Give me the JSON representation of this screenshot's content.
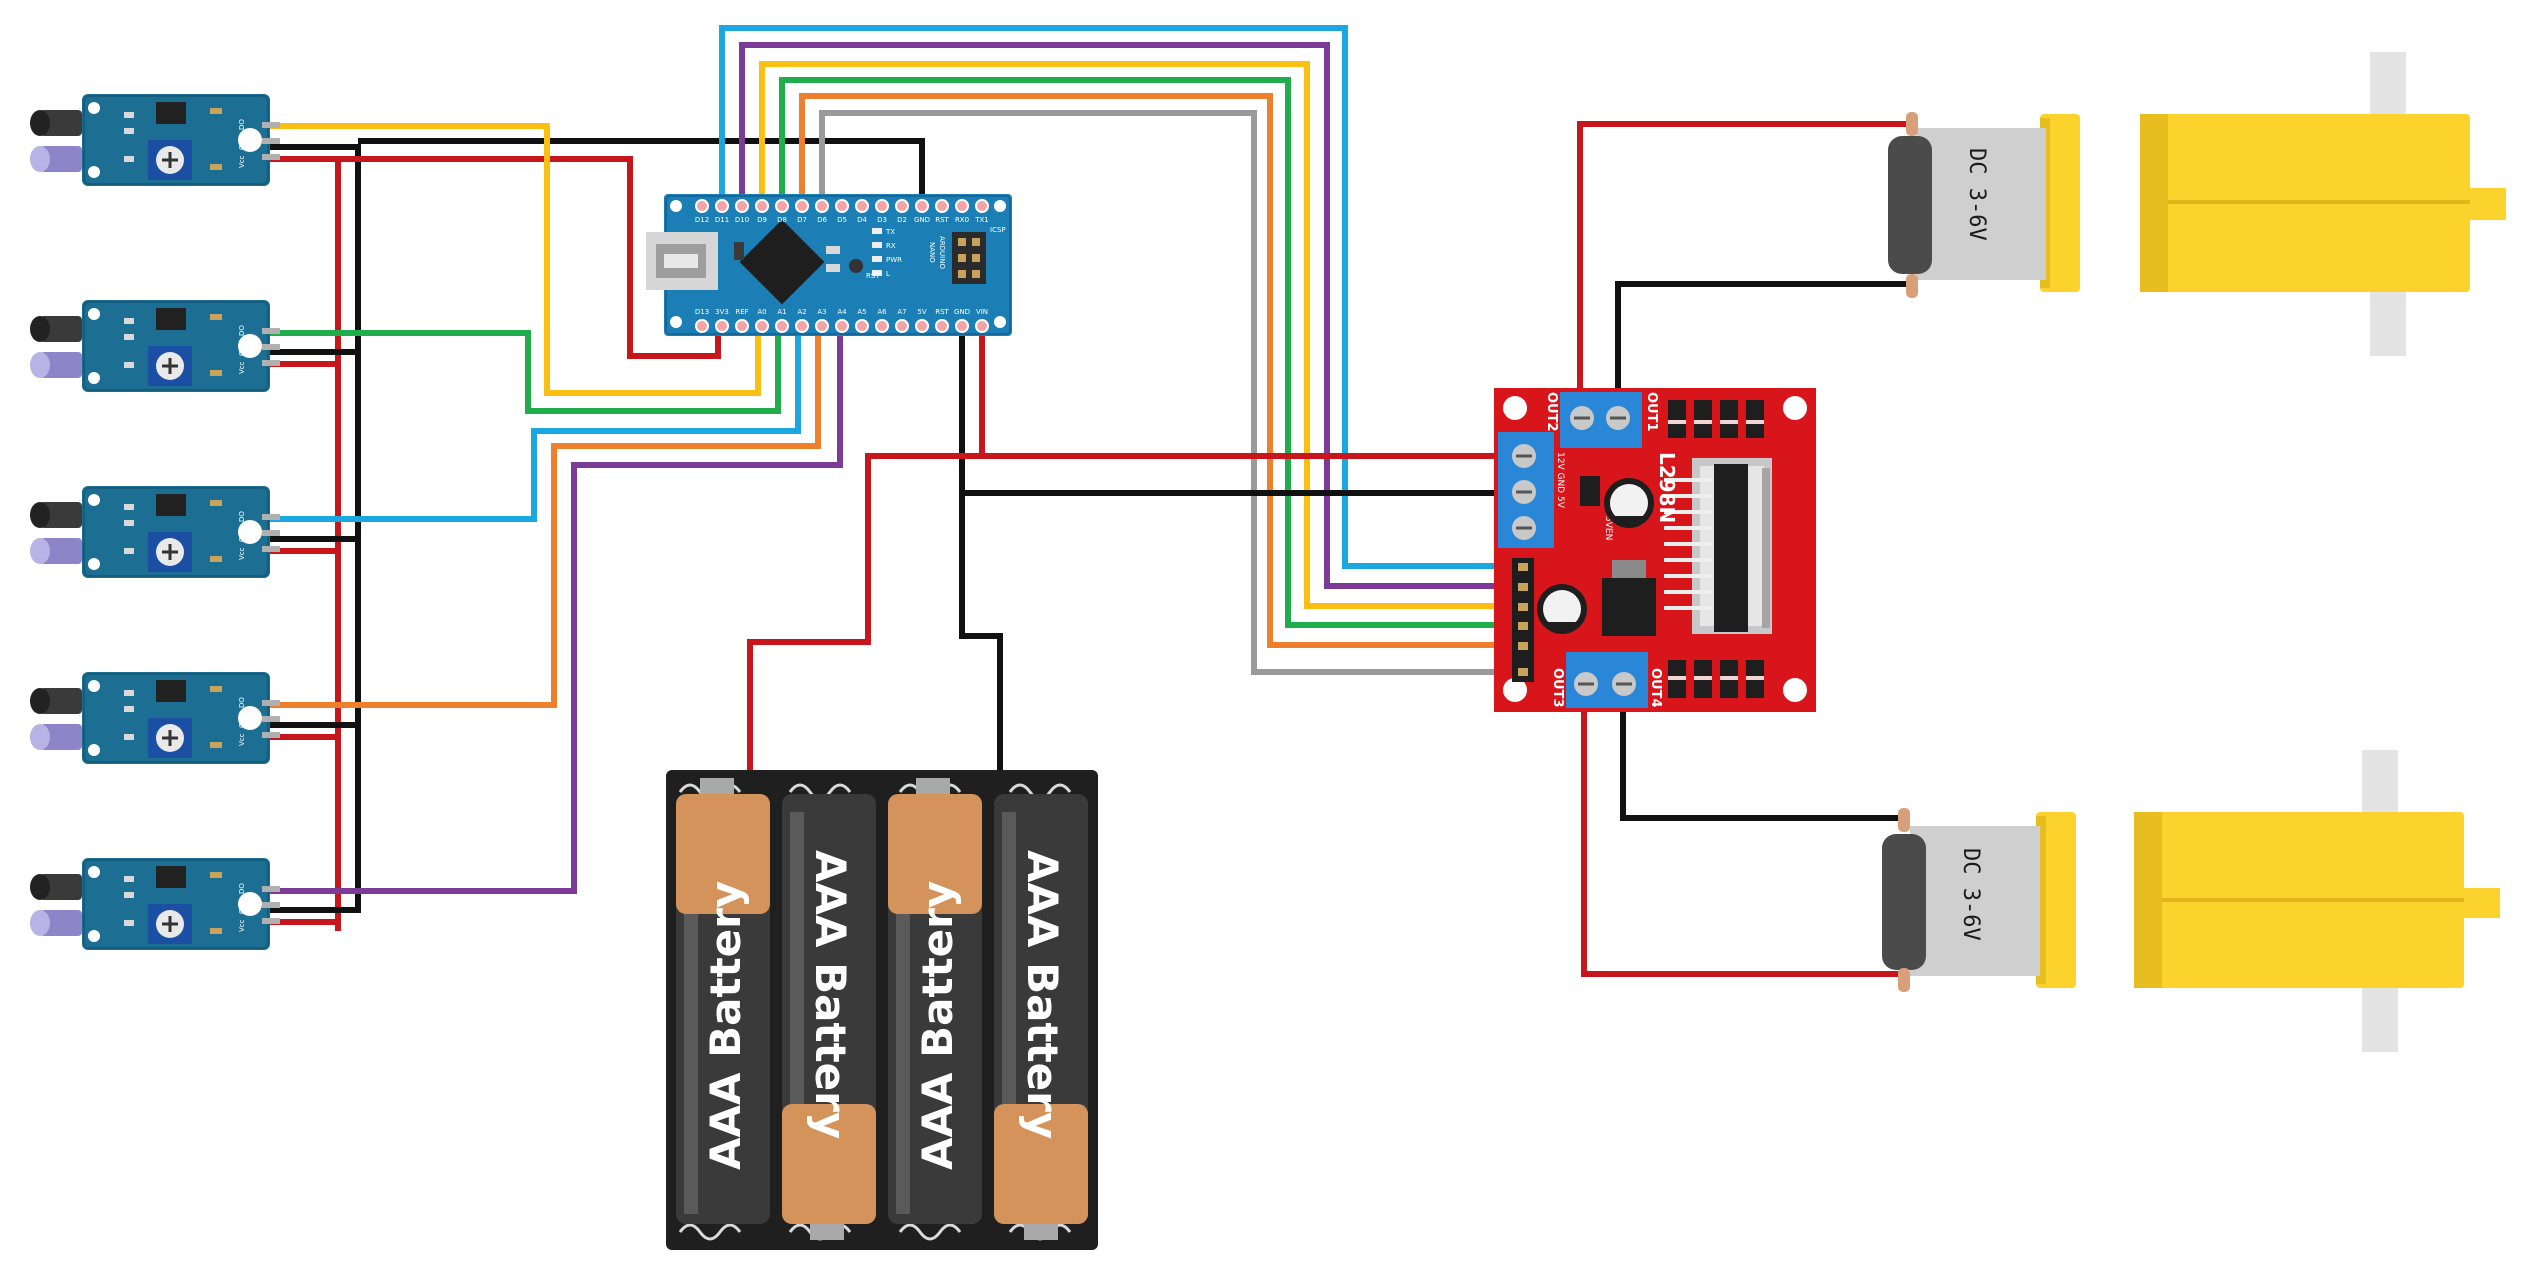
{
  "sensor": {
    "pin_vcc": "Vcc",
    "pin_gnd": "GND",
    "pin_do": "DO"
  },
  "nano": {
    "top_pins": [
      "D12",
      "D11",
      "D10",
      "D9",
      "D8",
      "D7",
      "D6",
      "D5",
      "D4",
      "D3",
      "D2",
      "GND",
      "RST",
      "RX0",
      "TX1"
    ],
    "bottom_pins": [
      "D13",
      "3V3",
      "REF",
      "A0",
      "A1",
      "A2",
      "A3",
      "A4",
      "A5",
      "A6",
      "A7",
      "5V",
      "RST",
      "GND",
      "VIN"
    ],
    "label_icsp": "ICSP",
    "label_arduino": "ARDUINO",
    "label_nano": "NANO",
    "led_tx": "TX",
    "led_rx": "RX",
    "led_pwr": "PWR",
    "led_l": "L",
    "label_rst": "RST"
  },
  "driver": {
    "label_out2": "OUT2",
    "label_out1": "OUT1",
    "label_out3": "OUT3",
    "label_out4": "OUT4",
    "label_chip": "L298N",
    "label_power": "12V GND 5V",
    "label_5ven": "5VEN"
  },
  "battery": {
    "label": "AAA Battery"
  },
  "motor": {
    "label": "DC 3-6V"
  },
  "colors": {
    "red": "#c8161d",
    "black": "#111111",
    "yellow": "#fbbf14",
    "green": "#1fae4b",
    "blue": "#1ba8e0",
    "orange": "#ee7f2d",
    "purple": "#7b3b97",
    "gray": "#9a9a9a",
    "nano_blue": "#1b7fb5",
    "sensor_teal": "#1c6f93",
    "driver_red": "#d7151b",
    "motor_yellow": "#fcd32d"
  }
}
